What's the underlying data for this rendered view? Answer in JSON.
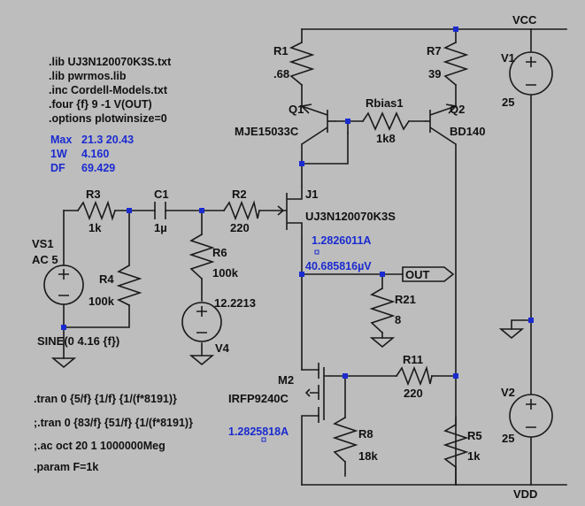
{
  "nets": {
    "vcc": "VCC",
    "vdd": "VDD",
    "out": "OUT"
  },
  "directives": [
    ".lib UJ3N120070K3S.txt",
    ".lib pwrmos.lib",
    ".inc Cordell-Models.txt",
    ".four {f} 9 -1 V(OUT)",
    ".options plotwinsize=0"
  ],
  "measurements": [
    {
      "label": "Max",
      "value": "21.3  20.43"
    },
    {
      "label": "1W",
      "value": "4.160"
    },
    {
      "label": "DF",
      "value": "69.429"
    }
  ],
  "probes": {
    "j1_current": "1.2826011A",
    "out_voltage": "40.685816µV",
    "m2_current": "1.2825818A"
  },
  "commands": [
    ".tran 0 {5/f} {1/f} {1/(f*8191)}",
    ";.tran 0 {83/f} {51/f} {1/(f*8191)}",
    ";.ac oct 20 1 1000000Meg",
    ".param F=1k"
  ],
  "components": {
    "R1": {
      "name": "R1",
      "value": ".68"
    },
    "R7": {
      "name": "R7",
      "value": "39"
    },
    "Q1": {
      "name": "Q1",
      "value": "MJE15033C"
    },
    "Q2": {
      "name": "Q2",
      "value": "BD140"
    },
    "Rbias1": {
      "name": "Rbias1",
      "value": "1k8"
    },
    "R3": {
      "name": "R3",
      "value": "1k"
    },
    "C1": {
      "name": "C1",
      "value": "1µ"
    },
    "R2": {
      "name": "R2",
      "value": "220"
    },
    "J1": {
      "name": "J1",
      "value": "UJ3N120070K3S"
    },
    "VS1": {
      "name": "VS1",
      "value": "AC 5",
      "source": "SINE(0 4.16 {f})"
    },
    "R4": {
      "name": "R4",
      "value": "100k"
    },
    "R6": {
      "name": "R6",
      "value": "100k"
    },
    "V4": {
      "name": "V4",
      "value": "12.2213"
    },
    "R21": {
      "name": "R21",
      "value": "8"
    },
    "V1": {
      "name": "V1",
      "value": "25"
    },
    "V2": {
      "name": "V2",
      "value": "25"
    },
    "M2": {
      "name": "M2",
      "value": "IRFP9240C"
    },
    "R11": {
      "name": "R11",
      "value": "220"
    },
    "R8": {
      "name": "R8",
      "value": "18k"
    },
    "R5": {
      "name": "R5",
      "value": "1k"
    }
  }
}
